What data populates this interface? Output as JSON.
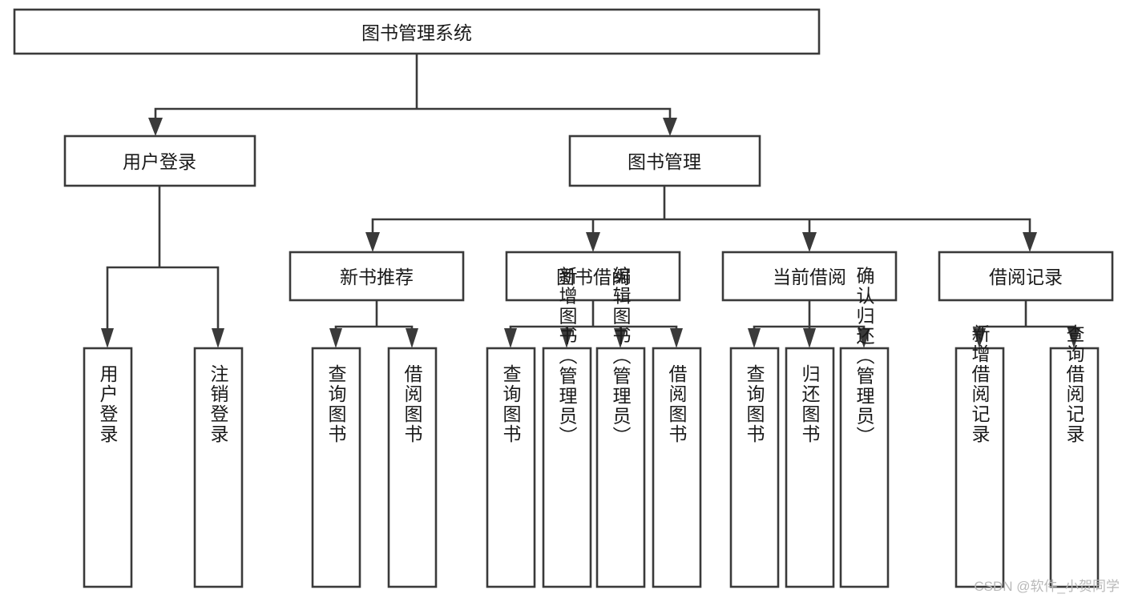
{
  "diagram": {
    "type": "tree-hierarchy",
    "title": "图书管理系统",
    "watermark": "CSDN @软件_小贺同学",
    "colors": {
      "box_stroke": "#3a3a3a",
      "box_fill": "#ffffff",
      "connector": "#3a3a3a",
      "text": "#1a1a1a",
      "background": "#ffffff",
      "watermark": "#b9b9b9"
    },
    "levels": {
      "root": {
        "label": "图书管理系统",
        "orientation": "horizontal"
      },
      "level2": [
        {
          "label": "用户登录",
          "orientation": "horizontal"
        },
        {
          "label": "图书管理",
          "orientation": "horizontal"
        }
      ],
      "level3": [
        {
          "label": "新书推荐",
          "orientation": "horizontal",
          "parent": "图书管理"
        },
        {
          "label": "图书借阅",
          "orientation": "horizontal",
          "parent": "图书管理"
        },
        {
          "label": "当前借阅",
          "orientation": "horizontal",
          "parent": "图书管理"
        },
        {
          "label": "借阅记录",
          "orientation": "horizontal",
          "parent": "图书管理"
        }
      ],
      "leaves": [
        {
          "label": "用户登录",
          "orientation": "vertical",
          "parent": "用户登录"
        },
        {
          "label": "注销登录",
          "orientation": "vertical",
          "parent": "用户登录"
        },
        {
          "label": "查询图书",
          "orientation": "vertical",
          "parent": "新书推荐"
        },
        {
          "label": "借阅图书",
          "orientation": "vertical",
          "parent": "新书推荐"
        },
        {
          "label": "查询图书",
          "orientation": "vertical",
          "parent": "图书借阅"
        },
        {
          "label": "新增图书（管理员）",
          "orientation": "vertical",
          "parent": "图书借阅"
        },
        {
          "label": "编辑图书（管理员）",
          "orientation": "vertical",
          "parent": "图书借阅"
        },
        {
          "label": "借阅图书",
          "orientation": "vertical",
          "parent": "图书借阅"
        },
        {
          "label": "查询图书",
          "orientation": "vertical",
          "parent": "当前借阅"
        },
        {
          "label": "归还图书",
          "orientation": "vertical",
          "parent": "当前借阅"
        },
        {
          "label": "确认归还（管理员）",
          "orientation": "vertical",
          "parent": "当前借阅"
        },
        {
          "label": "新增借阅记录",
          "orientation": "vertical",
          "parent": "借阅记录"
        },
        {
          "label": "查询借阅记录",
          "orientation": "vertical",
          "parent": "借阅记录"
        }
      ]
    }
  }
}
